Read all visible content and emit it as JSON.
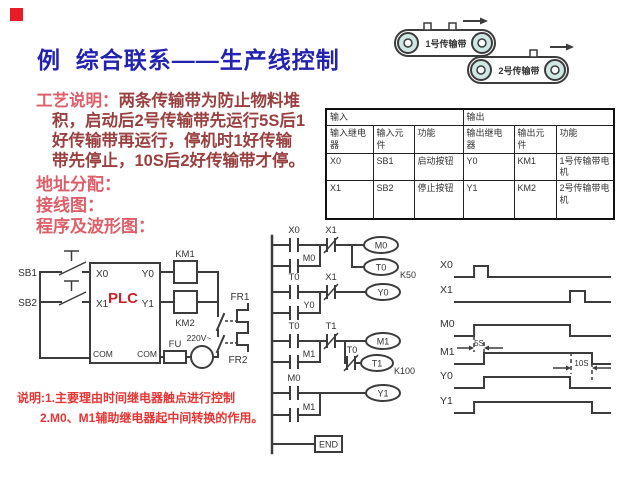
{
  "colors": {
    "title": "#2323b0",
    "accent-red": "#e81c24",
    "heading-pink": "#dd5f6a",
    "body-maroon": "#9a4040",
    "note-red": "#e53535",
    "line": "#3c3c3c",
    "plc-red": "#cc2229",
    "roller": "#cfe8e4"
  },
  "slide": {
    "title": "例  综合联系——生产线控制"
  },
  "conveyor": {
    "belt1": "1号传输带",
    "belt2": "2号传输带"
  },
  "left_panel": {
    "process_heading": "工艺说明：",
    "process_lines": [
      "两条传输带为防止物料堆",
      "积，启动后2号传输带先运行5S后1",
      "好传输带再运行，停机时1好传输",
      "带先停止，10S后2好传输带才停。"
    ],
    "address_heading": "地址分配：",
    "wiring_heading": "接线图：",
    "program_heading": "程序及波形图："
  },
  "io_table": {
    "group_headers": [
      "输入",
      "输出"
    ],
    "col_headers": [
      "输入继电器",
      "输入元件",
      "功能",
      "输出继电器",
      "输出元件",
      "功能"
    ],
    "rows": [
      [
        "X0",
        "SB1",
        "启动按钮",
        "Y0",
        "KM1",
        "1号传输带电机"
      ],
      [
        "X1",
        "SB2",
        "停止按钮",
        "Y1",
        "KM2",
        "2号传输带电机"
      ]
    ]
  },
  "wiring": {
    "sb1": "SB1",
    "sb2": "SB2",
    "plc": "PLC",
    "x0": "X0",
    "x1": "X1",
    "y0": "Y0",
    "y1": "Y1",
    "com_left": "COM",
    "com_right": "COM",
    "km1": "KM1",
    "km2": "KM2",
    "fu": "FU",
    "voltage": "220V~",
    "fr1": "FR1",
    "fr2": "FR2"
  },
  "ladder": {
    "r1_c1": "X0",
    "r1_c2": "X1",
    "r1_par": "M0",
    "r1_coil": "M0",
    "r1_coil2": "T0",
    "r1_const": "K50",
    "r2_c1": "T0",
    "r2_c2": "X1",
    "r2_par": "Y0",
    "r2_coil": "Y0",
    "r3_c1": "T0",
    "r3_c2": "T1",
    "r3_par": "M1",
    "r3_coil": "M1",
    "r3_bc": "T0",
    "r3_coil2": "T1",
    "r3_const": "K100",
    "r4_c1": "M0",
    "r4_par": "M1",
    "r4_coil": "Y1",
    "end_label": "END"
  },
  "waveform": {
    "annotation_5s": "5S",
    "annotation_10s": "10S",
    "signals": [
      {
        "name": "X0",
        "rise": 0.123,
        "fall": 0.213
      },
      {
        "name": "X1",
        "rise": 0.742,
        "fall": 0.839
      },
      {
        "name": "M0",
        "rise": 0.123,
        "fall": 0.742
      },
      {
        "name": "M1",
        "rise": 0.187,
        "fall": 0.884
      },
      {
        "name": "Y0",
        "rise": 0.187,
        "fall": 0.742
      },
      {
        "name": "Y1",
        "rise": 0.123,
        "fall": 0.884
      }
    ]
  },
  "notes": {
    "line1": "说明:1.主要理由时间继电器触点进行控制",
    "line2": "2.M0、M1辅助继电器起中间转换的作用。"
  }
}
